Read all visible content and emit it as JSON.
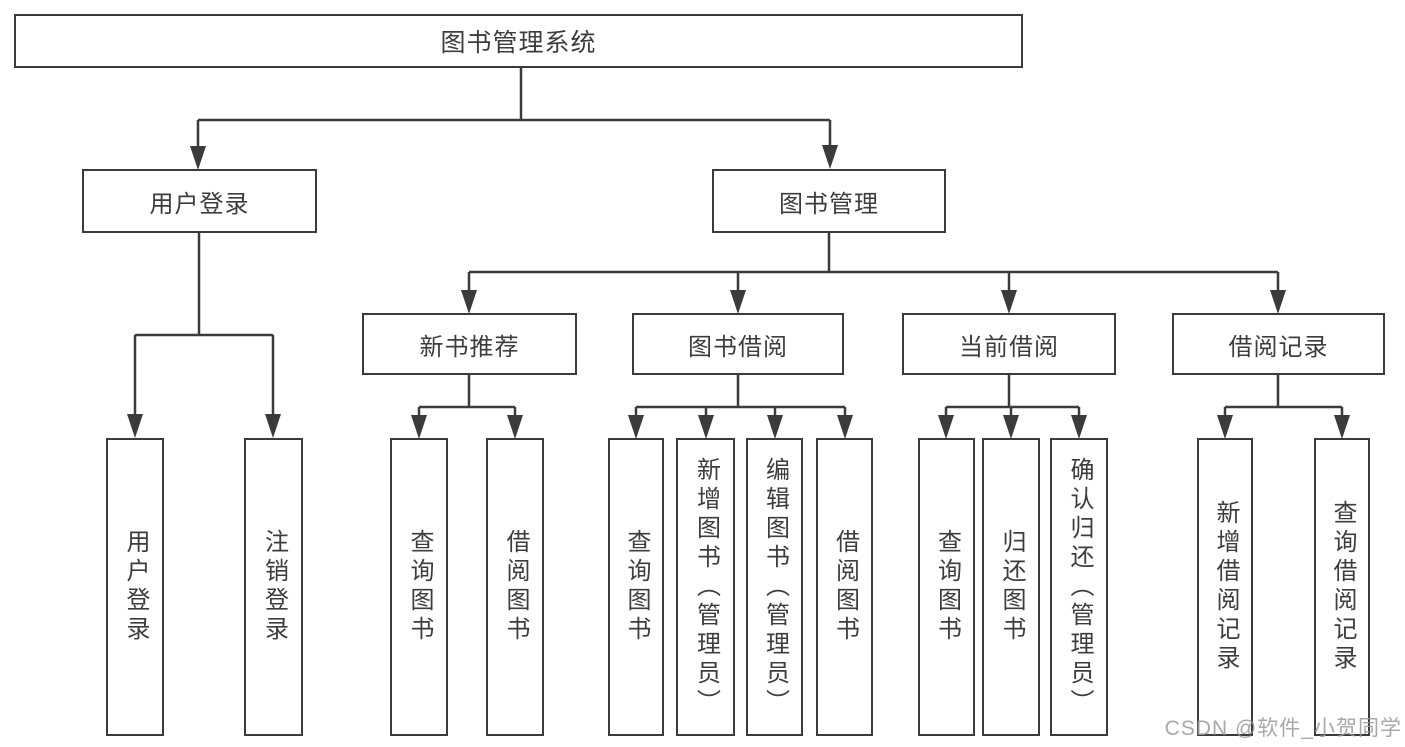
{
  "nodes": {
    "root": {
      "label": "图书管理系统"
    },
    "level2": [
      {
        "label": "用户登录"
      },
      {
        "label": "图书管理"
      }
    ],
    "level3": [
      {
        "label": "新书推荐"
      },
      {
        "label": "图书借阅"
      },
      {
        "label": "当前借阅"
      },
      {
        "label": "借阅记录"
      }
    ],
    "leaves": [
      {
        "label": "用户登录"
      },
      {
        "label": "注销登录"
      },
      {
        "label": "查询图书"
      },
      {
        "label": "借阅图书"
      },
      {
        "label": "查询图书"
      },
      {
        "label": "新增图书（管理员）"
      },
      {
        "label": "编辑图书（管理员）"
      },
      {
        "label": "借阅图书"
      },
      {
        "label": "查询图书"
      },
      {
        "label": "归还图书"
      },
      {
        "label": "确认归还（管理员）"
      },
      {
        "label": "新增借阅记录"
      },
      {
        "label": "查询借阅记录"
      }
    ]
  },
  "watermark": {
    "text": "CSDN @软件_小贺同学"
  },
  "colors": {
    "line": "#3b3b3b",
    "border": "#3b3b3b",
    "text": "#3d3d3d",
    "watermark": "#999999",
    "bg": "#ffffff"
  }
}
